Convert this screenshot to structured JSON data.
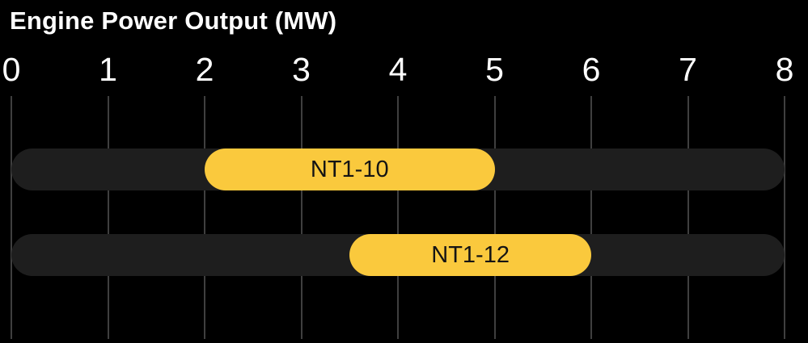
{
  "chart_data": {
    "type": "bar",
    "subtype": "horizontal-range-bars",
    "title": "Engine Power Output (MW)",
    "xlabel": "",
    "ylabel": "",
    "xlim": [
      0,
      8
    ],
    "x_ticks": [
      "0",
      "1",
      "2",
      "3",
      "4",
      "5",
      "6",
      "7",
      "8"
    ],
    "grid": true,
    "legend": "none",
    "track_range": [
      0,
      8
    ],
    "series": [
      {
        "name": "NT1-10",
        "start_mw": 2.0,
        "end_mw": 5.0
      },
      {
        "name": "NT1-12",
        "start_mw": 3.5,
        "end_mw": 6.0
      }
    ],
    "colors": {
      "background": "#000000",
      "title_text": "#ffffff",
      "tick_text": "#ffffff",
      "gridline": "#3f3f3f",
      "track": "#1e1e1e",
      "bar_fill": "#fac93d",
      "bar_text": "#141414"
    }
  }
}
